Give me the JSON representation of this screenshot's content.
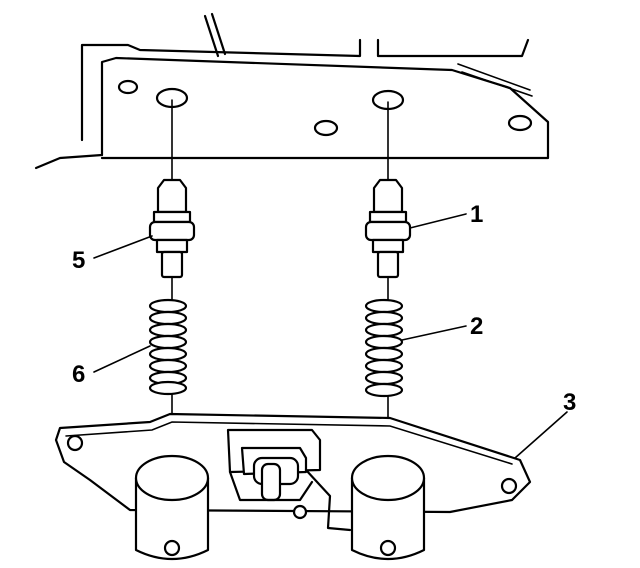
{
  "callouts": [
    {
      "id": "1",
      "text": "1"
    },
    {
      "id": "2",
      "text": "2"
    },
    {
      "id": "3",
      "text": "3"
    },
    {
      "id": "5",
      "text": "5"
    },
    {
      "id": "6",
      "text": "6"
    }
  ]
}
